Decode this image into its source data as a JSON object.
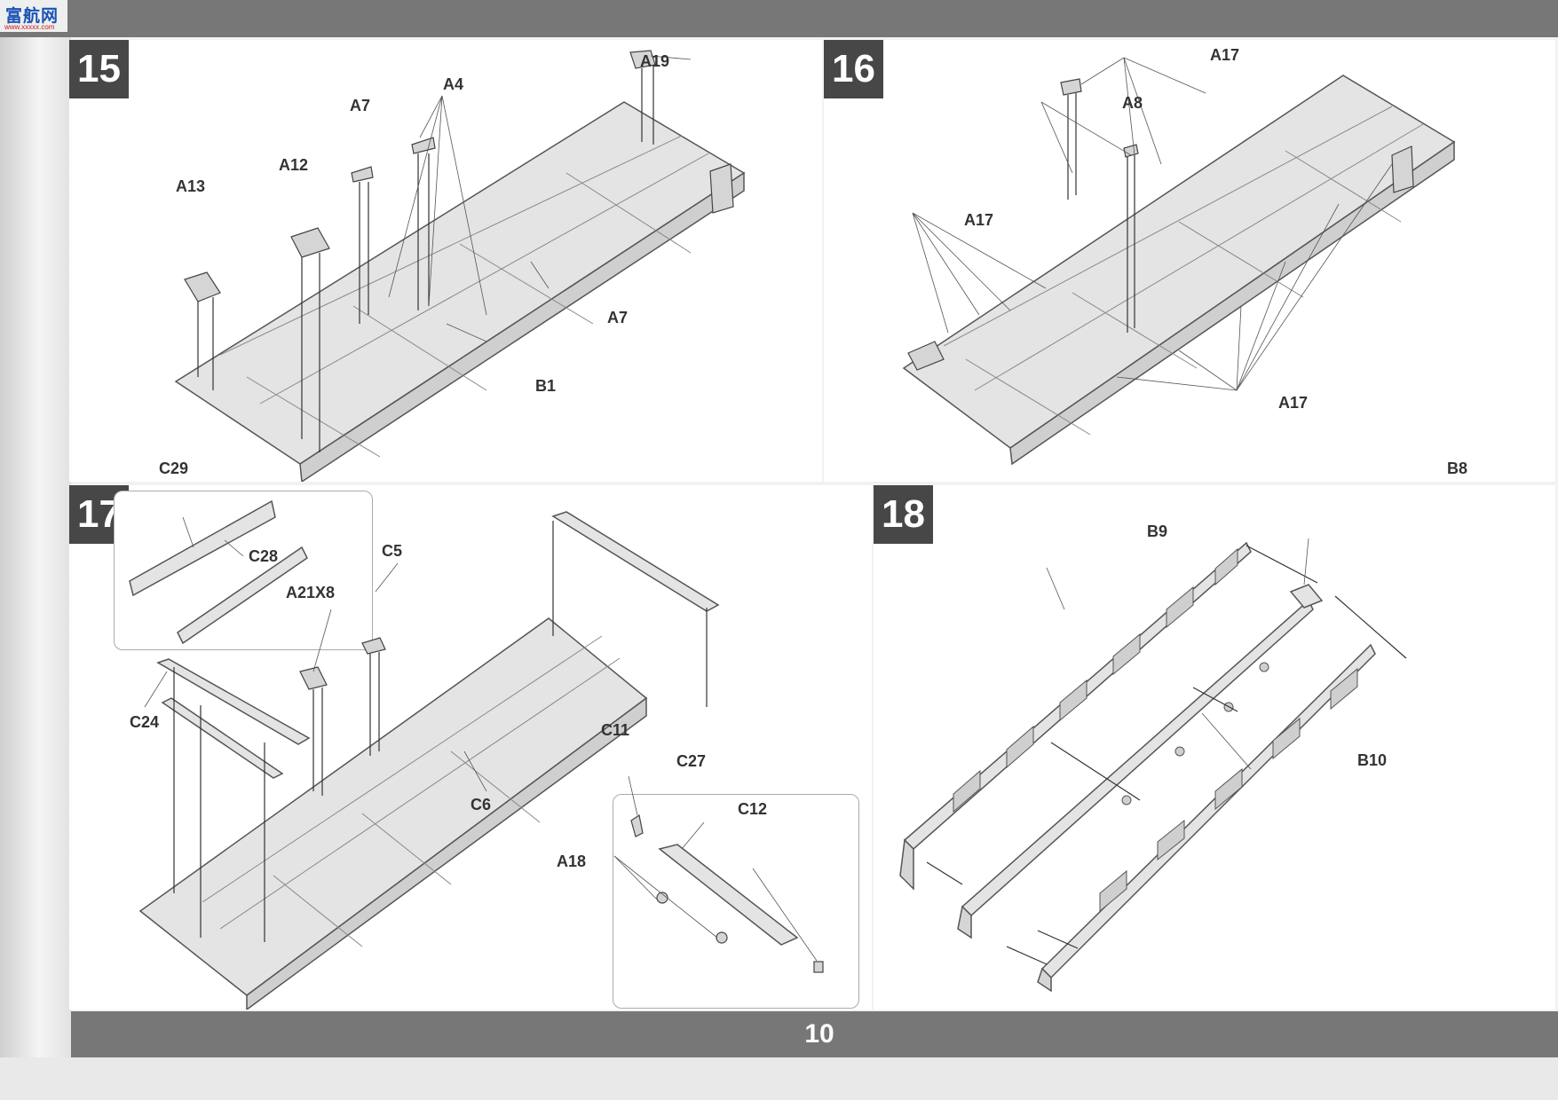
{
  "logo": {
    "text": "富航网",
    "url": "www.xxxxx.com"
  },
  "page_number": "10",
  "steps": [
    {
      "number": "15",
      "labels": [
        "A19",
        "A4",
        "A7",
        "A12",
        "A13",
        "A7",
        "B1"
      ]
    },
    {
      "number": "16",
      "labels": [
        "A17",
        "A8",
        "A17",
        "A17"
      ]
    },
    {
      "number": "17",
      "labels": [
        "C29",
        "C28",
        "C5",
        "A21X8",
        "C24",
        "C6",
        "C11",
        "C27",
        "C12",
        "A18"
      ]
    },
    {
      "number": "18",
      "labels": [
        "B8",
        "B9",
        "B10"
      ]
    }
  ]
}
